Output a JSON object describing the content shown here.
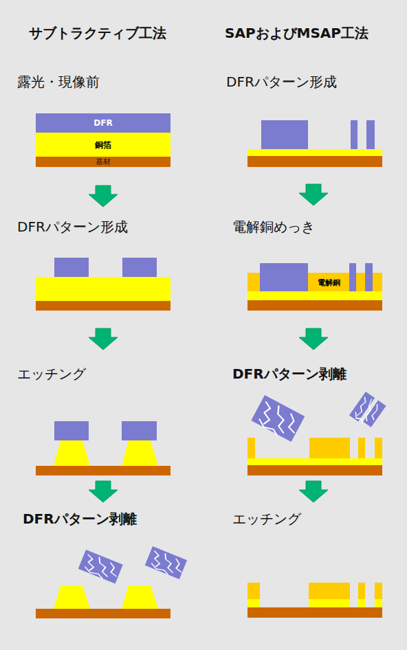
{
  "diagram": {
    "nodes": [
      {
        "text": [
          "DFR"
        ]
      },
      {
        "text": [
          "銅箔"
        ]
      },
      {
        "text": [
          "基材"
        ]
      },
      {
        "text": [
          "電解銅"
        ]
      }
    ],
    "labels": [
      "サブトラクティブ工法",
      "SAPおよびMSAP工法",
      "露光・現像前",
      "DFRパターン形成",
      "DFRパターン形成",
      "電解銅めっき",
      "エッチング",
      "DFRパターン剥離",
      "DFRパターン剥離",
      "エッチング"
    ]
  }
}
